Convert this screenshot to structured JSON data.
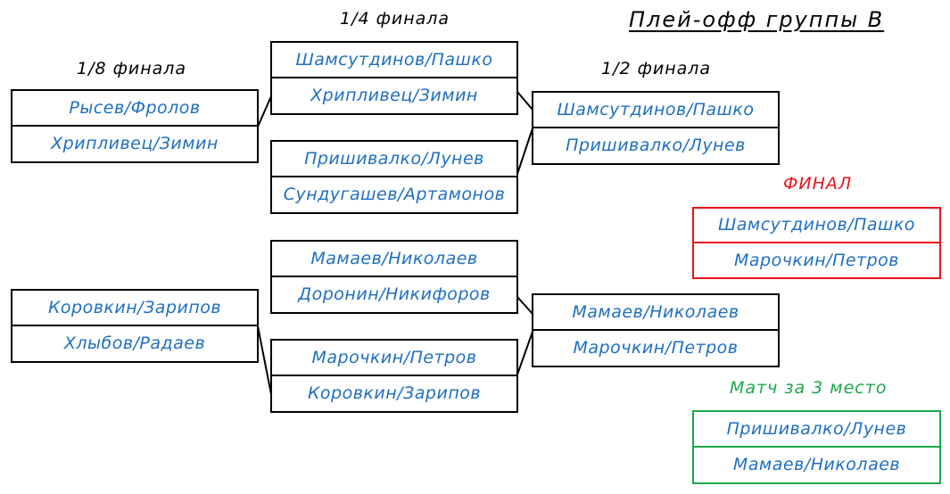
{
  "title": "Плей-офф группы В",
  "colors": {
    "team_text": "#1f6fc1",
    "final": "#e8141c",
    "third_place": "#19a84a",
    "lines": "#000000"
  },
  "rounds": {
    "r16_label": "1/8 финала",
    "qf_label": "1/4 финала",
    "sf_label": "1/2 финала",
    "final_label": "ФИНАЛ",
    "third_label": "Матч за 3 место"
  },
  "r16": [
    {
      "team1": "Рысев/Фролов",
      "team2": "Хрипливец/Зимин"
    },
    {
      "team1": "Коровкин/Зарипов",
      "team2": "Хлыбов/Радаев"
    }
  ],
  "qf": [
    {
      "team1": "Шамсутдинов/Пашко",
      "team2": "Хрипливец/Зимин"
    },
    {
      "team1": "Пришивалко/Лунев",
      "team2": "Сундугашев/Артамонов"
    },
    {
      "team1": "Мамаев/Николаев",
      "team2": "Доронин/Никифоров"
    },
    {
      "team1": "Марочкин/Петров",
      "team2": "Коровкин/Зарипов"
    }
  ],
  "sf": [
    {
      "team1": "Шамсутдинов/Пашко",
      "team2": "Пришивалко/Лунев"
    },
    {
      "team1": "Мамаев/Николаев",
      "team2": "Марочкин/Петров"
    }
  ],
  "final": {
    "team1": "Шамсутдинов/Пашко",
    "team2": "Марочкин/Петров"
  },
  "third_place": {
    "team1": "Пришивалко/Лунев",
    "team2": "Мамаев/Николаев"
  }
}
